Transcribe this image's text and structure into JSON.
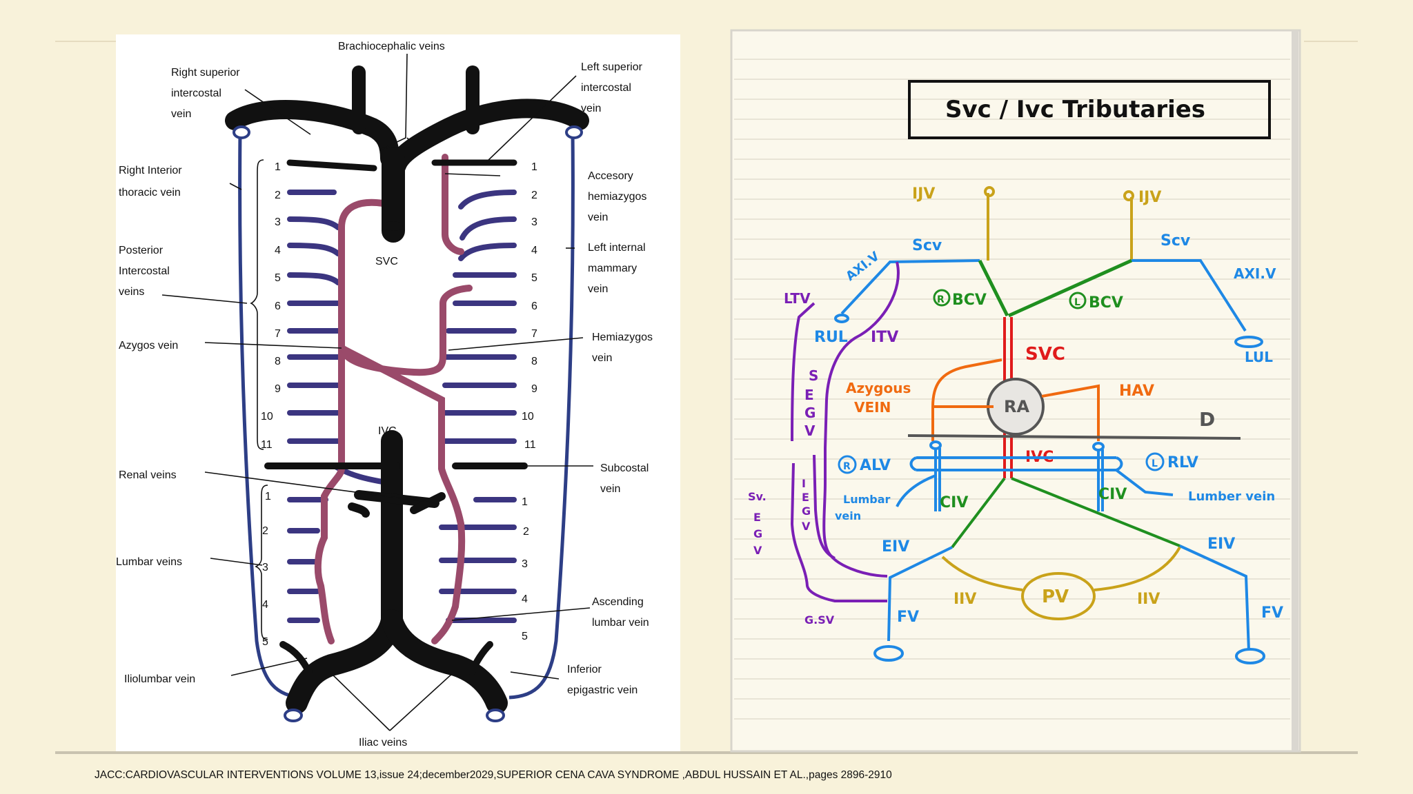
{
  "left_diagram": {
    "labels": {
      "brachiocephalic": "Brachiocephalic veins",
      "right_sup_intercostal": [
        "Right superior",
        "intercostal",
        "vein"
      ],
      "left_sup_intercostal": [
        "Left superior",
        "intercostal",
        "vein"
      ],
      "right_interior_thoracic": [
        "Right Interior",
        "thoracic vein"
      ],
      "accessory_hemiazygos": [
        "Accesory",
        "hemiazygos",
        "vein"
      ],
      "left_internal_mammary": [
        "Left internal",
        "mammary",
        "vein"
      ],
      "posterior_intercostal": [
        "Posterior",
        "Intercostal",
        "veins"
      ],
      "svc": "SVC",
      "azygos": "Azygos vein",
      "hemiazygos": [
        "Hemiazygos",
        "vein"
      ],
      "ivc": "IVC",
      "renal": "Renal veins",
      "subcostal": [
        "Subcostal",
        "vein"
      ],
      "lumbar": "Lumbar veins",
      "ascending_lumbar": [
        "Ascending",
        "lumbar vein"
      ],
      "iliolumbar": "Iliolumbar vein",
      "inferior_epigastric": [
        "Inferior",
        "epigastric  vein"
      ],
      "iliac": "Iliac veins"
    },
    "thoracic_numbers": [
      "1",
      "2",
      "3",
      "4",
      "5",
      "6",
      "7",
      "8",
      "9",
      "10",
      "11"
    ],
    "lumbar_numbers": [
      "1",
      "2",
      "3",
      "4",
      "5"
    ]
  },
  "right_notes": {
    "title": "Svc / Ivc  Tributaries",
    "labels": {
      "ijv_left": "IJV",
      "ijv_right": "IJV",
      "scv_left": "Scv",
      "scv_right": "Scv",
      "axv_left": "AXI.V",
      "axv_right": "AXI.V",
      "ltv": "LTV",
      "rul": "RUL",
      "itv": "ITV",
      "lul": "LUL",
      "rbcv": "BCV",
      "lbcv": "BCV",
      "r_circle": "R",
      "l_circle": "L",
      "svc": "SVC",
      "azygous": "Azygous",
      "vein": "VEIN",
      "ra": "RA",
      "hav": "HAV",
      "d": "D",
      "alv": "ALV",
      "rlv": "RLV",
      "ivc": "IVC",
      "lumbar_vein_l1": "Lumbar",
      "lumbar_vein_l2": "vein",
      "lumbar_vein_r": "Lumber vein",
      "civ_l": "CIV",
      "civ_r": "CIV",
      "eiv_l": "EIV",
      "eiv_r": "EIV",
      "iiv_l": "IIV",
      "iiv_r": "IIV",
      "pv": "PV",
      "fv_l": "FV",
      "fv_r": "FV",
      "gsv": "G.SV",
      "segv": [
        "S",
        "E",
        "G",
        "V"
      ],
      "iegv": [
        "I",
        "E",
        "G",
        "V"
      ],
      "sv_egv": [
        "Sv.",
        "E",
        "G",
        "V"
      ]
    },
    "colors": {
      "blue": "#1e88e5",
      "green": "#1f8f1f",
      "red": "#e01b1b",
      "orange": "#f06a10",
      "purple": "#7a1fb5",
      "mustard": "#c9a21a",
      "gray": "#555555"
    }
  },
  "caption": "JACC:CARDIOVASCULAR INTERVENTIONS VOLUME 13,issue 24;december2029,SUPERIOR CENA CAVA SYNDROME ,ABDUL HUSSAIN ET AL.,pages 2896-2910"
}
